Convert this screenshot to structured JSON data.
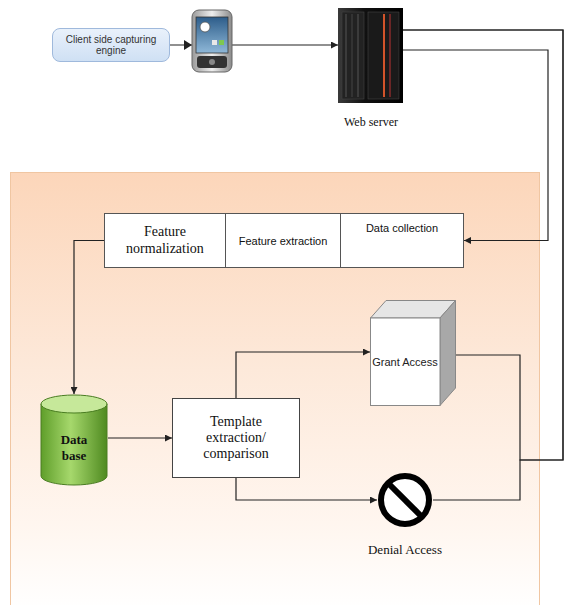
{
  "diagram": {
    "nodes": [
      {
        "text": [
          "Client side capturing engine"
        ]
      },
      {
        "text": [
          "Web server"
        ]
      },
      {
        "text": [
          "Feature normalization"
        ]
      },
      {
        "text": [
          "Feature extraction"
        ]
      },
      {
        "text": [
          "Data collection"
        ]
      },
      {
        "text": [
          "Data base"
        ]
      },
      {
        "text": [
          "Template extraction/ comparison"
        ]
      },
      {
        "text": [
          "Grant Access"
        ]
      },
      {
        "text": [
          "Denial Access"
        ]
      }
    ],
    "edges": [
      {
        "from": 0,
        "to": 1,
        "arrow": "to"
      },
      {
        "from": 1,
        "to": 4,
        "arrow": "to"
      },
      {
        "from": 2,
        "to": 5,
        "arrow": "to"
      },
      {
        "from": 5,
        "to": 6,
        "arrow": "to"
      },
      {
        "from": 6,
        "to": 7,
        "arrow": "to"
      },
      {
        "from": 6,
        "to": 8,
        "arrow": "to"
      },
      {
        "from": 7,
        "to": 1,
        "arrow": "none"
      },
      {
        "from": 8,
        "to": 1,
        "arrow": "none"
      }
    ]
  }
}
